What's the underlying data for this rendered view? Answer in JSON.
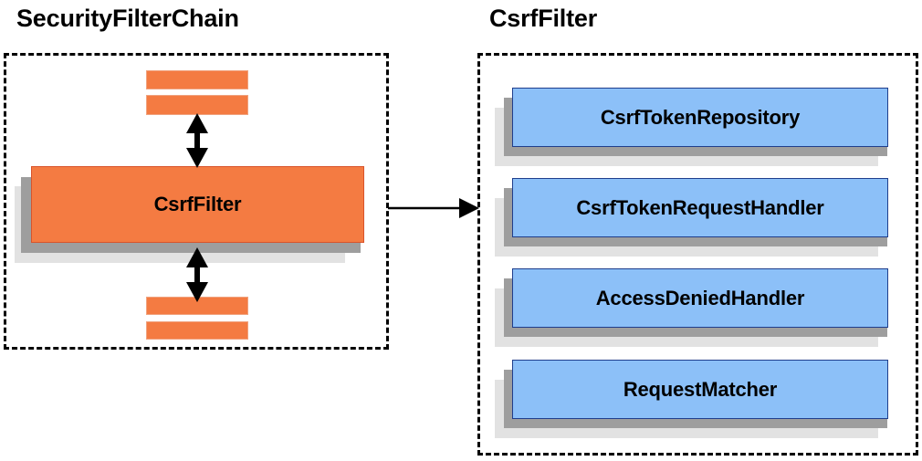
{
  "diagram": {
    "title_left": "SecurityFilterChain",
    "title_right": "CsrfFilter",
    "colors": {
      "orange_fill": "#f47b42",
      "orange_border": "#d9542b",
      "blue_fill": "#8cc0f8",
      "blue_border": "#1f3e8c",
      "shadow_mid": "#9e9e9e",
      "shadow_light": "#e2e2e2",
      "panel_border": "#000000",
      "text": "#000000",
      "background": "#ffffff"
    }
  },
  "left_panel": {
    "title": "SecurityFilterChain",
    "filter_box": {
      "label": "CsrfFilter"
    },
    "bars_above": [
      {
        "name": "filter-bar-above-1"
      },
      {
        "name": "filter-bar-above-2"
      }
    ],
    "bars_below": [
      {
        "name": "filter-bar-below-1"
      },
      {
        "name": "filter-bar-below-2"
      }
    ],
    "arrows": [
      {
        "name": "arrow-up-down-above",
        "direction": "bidirectional"
      },
      {
        "name": "arrow-up-down-below",
        "direction": "bidirectional"
      }
    ]
  },
  "connector": {
    "name": "arrow-left-to-right",
    "direction": "right"
  },
  "right_panel": {
    "title": "CsrfFilter",
    "collaborators": [
      {
        "label": "CsrfTokenRepository"
      },
      {
        "label": "CsrfTokenRequestHandler"
      },
      {
        "label": "AccessDeniedHandler"
      },
      {
        "label": "RequestMatcher"
      }
    ]
  }
}
